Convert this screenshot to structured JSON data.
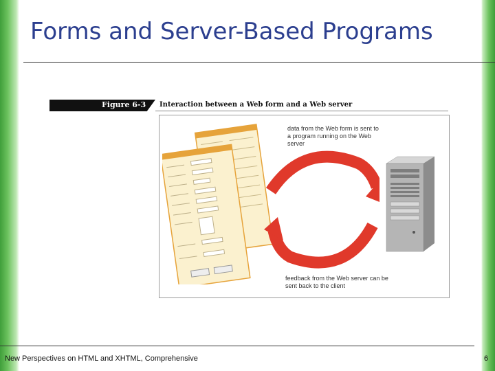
{
  "slide": {
    "title": "Forms and Server-Based Programs",
    "footer": "New Perspectives on HTML and XHTML, Comprehensive",
    "page_number": "6"
  },
  "figure": {
    "tag": "Figure 6-3",
    "caption": "Interaction between a Web form and a Web server",
    "label_top": "data from the Web form is sent to a program running on the Web server",
    "label_bottom": "feedback from the Web server can be sent back to the client"
  },
  "colors": {
    "title": "#2c3f8f",
    "arrow": "#e0392b",
    "form_bg": "#fbf1cf",
    "form_border": "#e6a33a",
    "green_bar": "#3f9e3a"
  },
  "icons": {
    "server": "server-tower-icon",
    "arrows": "circular-arrows-icon"
  }
}
